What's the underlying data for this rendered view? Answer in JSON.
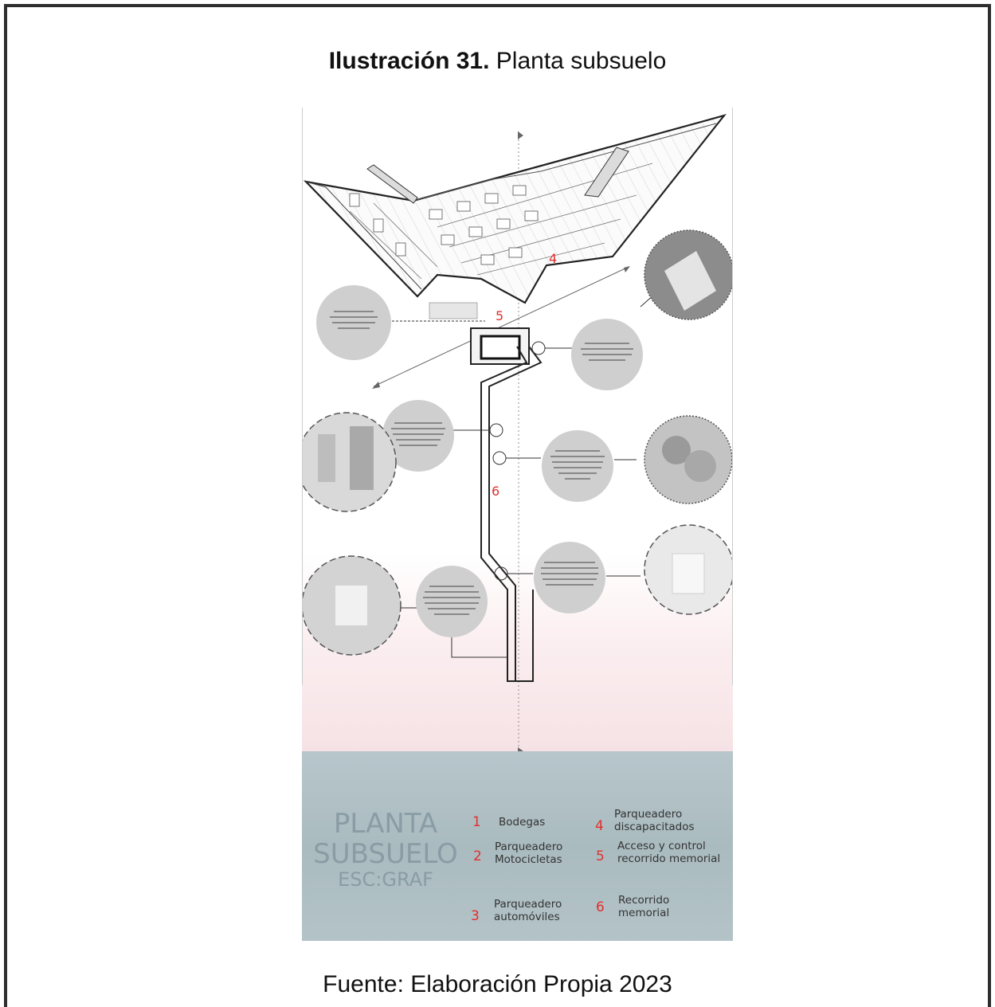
{
  "figure": {
    "label": "Ilustración 31.",
    "title": "Planta subsuelo",
    "source": "Fuente: Elaboración Propia 2023"
  },
  "plan": {
    "title_line1": "PLANTA",
    "title_line2": "SUBSUELO",
    "scale": "ESC:GRAF",
    "zone_labels": [
      "4",
      "5",
      "6"
    ]
  },
  "legend": [
    {
      "num": "1",
      "text": "Bodegas"
    },
    {
      "num": "2",
      "text": "Parqueadero Motocicletas"
    },
    {
      "num": "3",
      "text": "Parqueadero automóviles"
    },
    {
      "num": "4",
      "text": "Parqueadero discapacitados"
    },
    {
      "num": "5",
      "text": "Acceso y control recorrido memorial"
    },
    {
      "num": "6",
      "text": "Recorrido memorial"
    }
  ],
  "colors": {
    "accent_red": "#e0302e",
    "panel": "#b1c1c6",
    "bubble": "#cfcfcf",
    "frame": "#2e2e2e"
  }
}
